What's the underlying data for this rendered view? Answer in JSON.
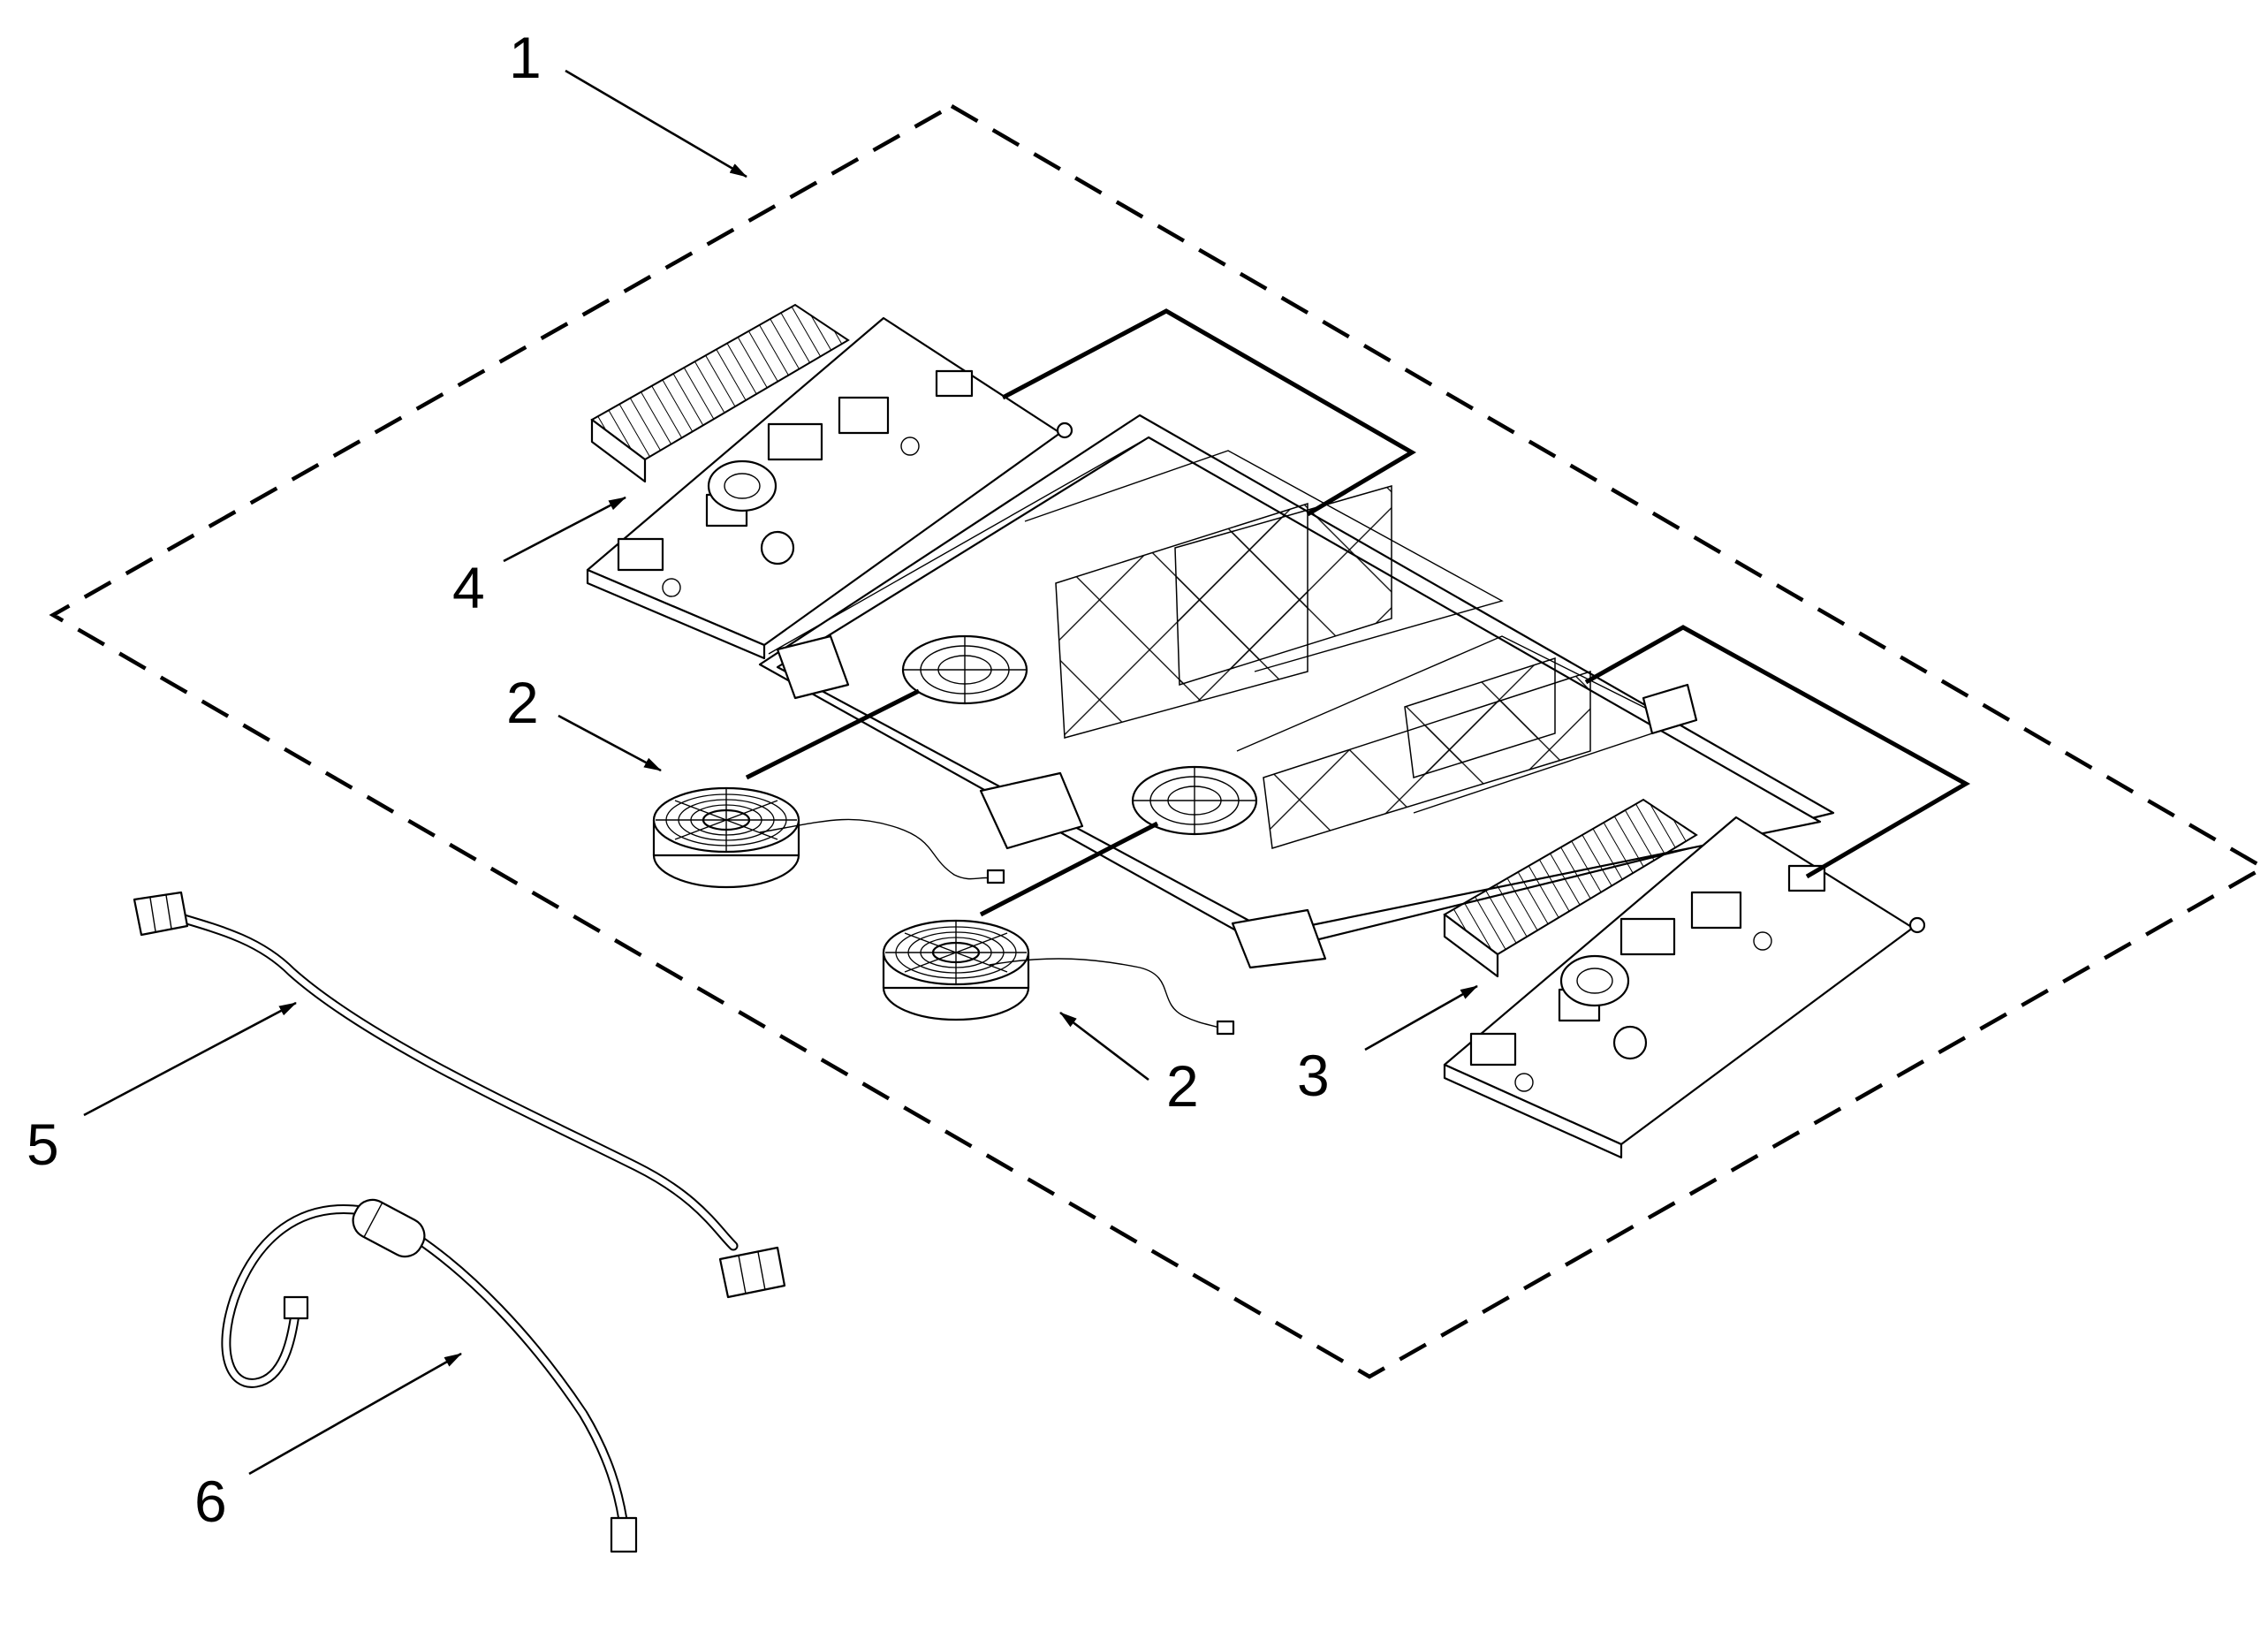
{
  "callouts": [
    {
      "id": "1",
      "label": "1"
    },
    {
      "id": "2a",
      "label": "2"
    },
    {
      "id": "2b",
      "label": "2"
    },
    {
      "id": "3",
      "label": "3"
    },
    {
      "id": "4",
      "label": "4"
    },
    {
      "id": "5",
      "label": "5"
    },
    {
      "id": "6",
      "label": "6"
    }
  ]
}
